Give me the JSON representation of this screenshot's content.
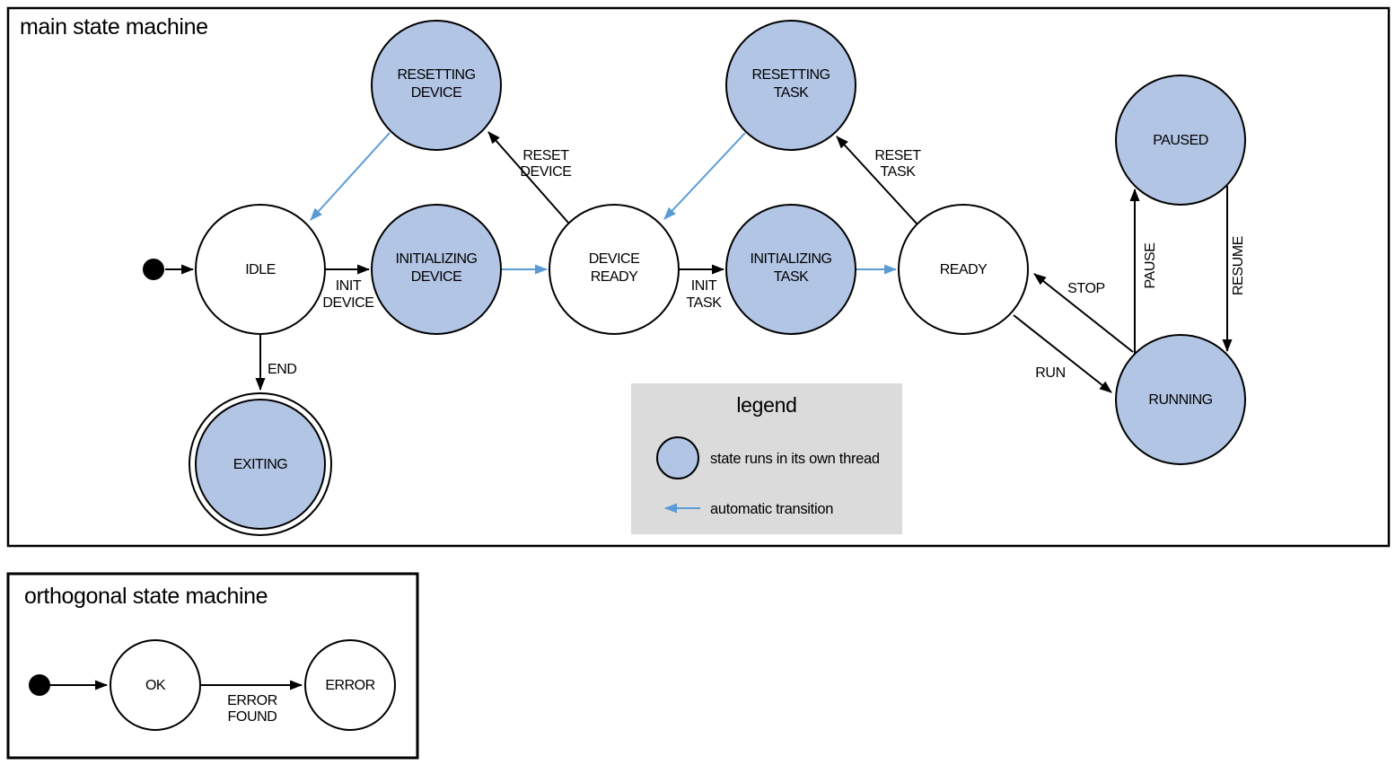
{
  "colors": {
    "threaded_fill": "#b2c5e4",
    "auto_arrow": "#5b9bd5",
    "legend_bg": "#dbdbdb",
    "outline": "#000000"
  },
  "main": {
    "title": "main state machine",
    "states": {
      "idle": {
        "lines": [
          "IDLE"
        ],
        "threaded": false,
        "final": false
      },
      "resetting_device": {
        "lines": [
          "RESETTING",
          "DEVICE"
        ],
        "threaded": true,
        "final": false
      },
      "initializing_device": {
        "lines": [
          "INITIALIZING",
          "DEVICE"
        ],
        "threaded": true,
        "final": false
      },
      "device_ready": {
        "lines": [
          "DEVICE",
          "READY"
        ],
        "threaded": false,
        "final": false
      },
      "resetting_task": {
        "lines": [
          "RESETTING",
          "TASK"
        ],
        "threaded": true,
        "final": false
      },
      "initializing_task": {
        "lines": [
          "INITIALIZING",
          "TASK"
        ],
        "threaded": true,
        "final": false
      },
      "ready": {
        "lines": [
          "READY"
        ],
        "threaded": false,
        "final": false
      },
      "paused": {
        "lines": [
          "PAUSED"
        ],
        "threaded": true,
        "final": false
      },
      "running": {
        "lines": [
          "RUNNING"
        ],
        "threaded": true,
        "final": false
      },
      "exiting": {
        "lines": [
          "EXITING"
        ],
        "threaded": true,
        "final": true
      }
    },
    "transitions": {
      "init_device": {
        "from": "IDLE",
        "to": "INITIALIZING DEVICE",
        "lines": [
          "INIT",
          "DEVICE"
        ],
        "auto": false
      },
      "auto_init_device": {
        "from": "INITIALIZING DEVICE",
        "to": "DEVICE READY",
        "auto": true
      },
      "reset_device": {
        "from": "DEVICE READY",
        "to": "RESETTING DEVICE",
        "lines": [
          "RESET",
          "DEVICE"
        ],
        "auto": false
      },
      "auto_reset_device": {
        "from": "RESETTING DEVICE",
        "to": "IDLE",
        "auto": true
      },
      "init_task": {
        "from": "DEVICE READY",
        "to": "INITIALIZING TASK",
        "lines": [
          "INIT",
          "TASK"
        ],
        "auto": false
      },
      "auto_init_task": {
        "from": "INITIALIZING TASK",
        "to": "READY",
        "auto": true
      },
      "reset_task": {
        "from": "READY",
        "to": "RESETTING TASK",
        "lines": [
          "RESET",
          "TASK"
        ],
        "auto": false
      },
      "auto_reset_task": {
        "from": "RESETTING TASK",
        "to": "DEVICE READY",
        "auto": true
      },
      "run": {
        "from": "READY",
        "to": "RUNNING",
        "lines": [
          "RUN"
        ],
        "auto": false
      },
      "stop": {
        "from": "RUNNING",
        "to": "READY",
        "lines": [
          "STOP"
        ],
        "auto": false
      },
      "pause": {
        "from": "RUNNING",
        "to": "PAUSED",
        "lines": [
          "PAUSE"
        ],
        "auto": false
      },
      "resume": {
        "from": "PAUSED",
        "to": "RUNNING",
        "lines": [
          "RESUME"
        ],
        "auto": false
      },
      "end": {
        "from": "IDLE",
        "to": "EXITING",
        "lines": [
          "END"
        ],
        "auto": false
      }
    }
  },
  "legend": {
    "title": "legend",
    "thread_label": "state runs in its own thread",
    "auto_label": "automatic transition"
  },
  "orthogonal": {
    "title": "orthogonal state machine",
    "states": {
      "ok": {
        "lines": [
          "OK"
        ],
        "threaded": false,
        "final": false
      },
      "error": {
        "lines": [
          "ERROR"
        ],
        "threaded": false,
        "final": false
      }
    },
    "transitions": {
      "error_found": {
        "from": "OK",
        "to": "ERROR",
        "lines": [
          "ERROR",
          "FOUND"
        ],
        "auto": false
      }
    }
  }
}
